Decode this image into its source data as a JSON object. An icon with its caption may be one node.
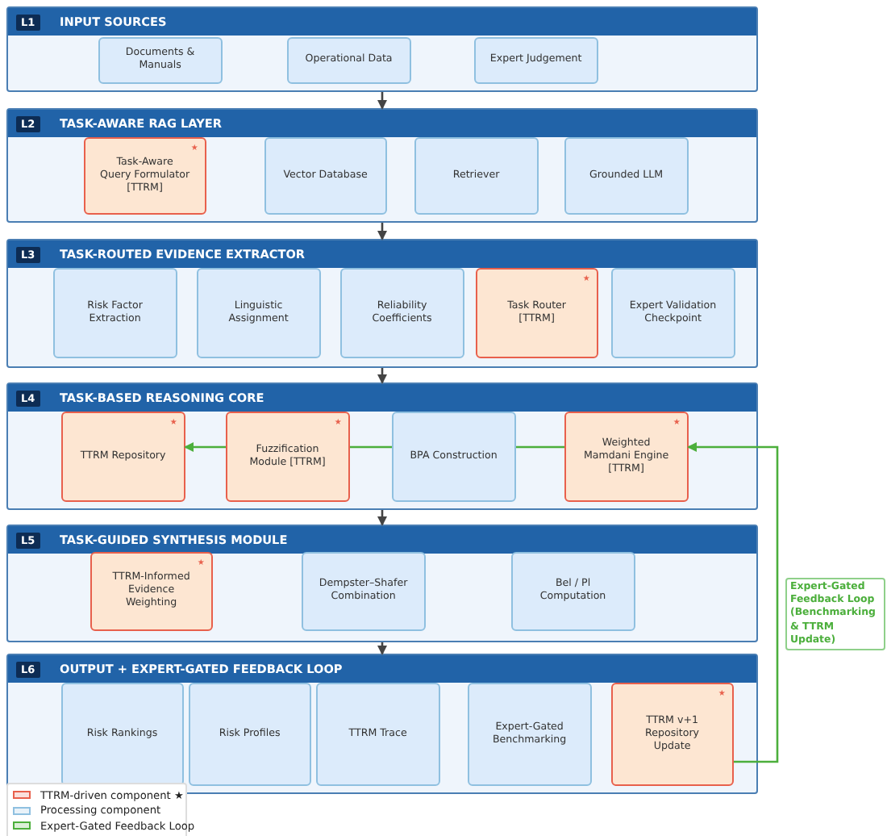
{
  "diagram": {
    "nodes": [
      {
        "text": [
          "L1",
          "INPUT SOURCES"
        ]
      },
      {
        "text": [
          "Documents & Manuals"
        ],
        "in": 0
      },
      {
        "text": [
          "Operational Data"
        ],
        "in": 0
      },
      {
        "text": [
          "Expert Judgement"
        ],
        "in": 0
      },
      {
        "text": [
          "L2",
          "TASK-AWARE RAG LAYER"
        ]
      },
      {
        "text": [
          "★",
          "Task-Aware Query Formulator [TTRM]"
        ],
        "in": 4
      },
      {
        "text": [
          "Vector Database"
        ],
        "in": 4
      },
      {
        "text": [
          "Retriever"
        ],
        "in": 4
      },
      {
        "text": [
          "Grounded LLM"
        ],
        "in": 4
      },
      {
        "text": [
          "L3",
          "TASK-ROUTED EVIDENCE EXTRACTOR"
        ]
      },
      {
        "text": [
          "Risk Factor Extraction"
        ],
        "in": 9
      },
      {
        "text": [
          "Linguistic Assignment"
        ],
        "in": 9
      },
      {
        "text": [
          "Reliability Coefficients"
        ],
        "in": 9
      },
      {
        "text": [
          "★",
          "Task Router [TTRM]"
        ],
        "in": 9
      },
      {
        "text": [
          "Expert Validation Checkpoint"
        ],
        "in": 9
      },
      {
        "text": [
          "L4",
          "TASK-BASED REASONING CORE"
        ]
      },
      {
        "text": [
          "★",
          "TTRM Repository"
        ],
        "in": 15
      },
      {
        "text": [
          "★",
          "Fuzzification Module [TTRM]"
        ],
        "in": 15
      },
      {
        "text": [
          "BPA Construction"
        ],
        "in": 15
      },
      {
        "text": [
          "★",
          "Weighted Mamdani Engine [TTRM]"
        ],
        "in": 15
      },
      {
        "text": [
          "L5",
          "TASK-GUIDED SYNTHESIS MODULE"
        ]
      },
      {
        "text": [
          "★",
          "TTRM-Informed Evidence Weighting"
        ],
        "in": 20
      },
      {
        "text": [
          "Dempster–Shafer Combination"
        ],
        "in": 20
      },
      {
        "text": [
          "Bel / Pl Computation"
        ],
        "in": 20
      },
      {
        "text": [
          "L6",
          "OUTPUT + EXPERT-GATED FEEDBACK LOOP"
        ]
      },
      {
        "text": [
          "Risk Rankings"
        ],
        "in": 24
      },
      {
        "text": [
          "Risk Profiles"
        ],
        "in": 24
      },
      {
        "text": [
          "TTRM Trace"
        ],
        "in": 24
      },
      {
        "text": [
          "Expert-Gated Benchmarking"
        ],
        "in": 24
      },
      {
        "text": [
          "★",
          "TTRM v+1 Repository Update"
        ],
        "in": 24
      }
    ],
    "edges": [
      {
        "from": 0,
        "to": 4,
        "arrow": "to"
      },
      {
        "from": 4,
        "to": 9,
        "arrow": "to"
      },
      {
        "from": 9,
        "to": 15,
        "arrow": "to"
      },
      {
        "from": 15,
        "to": 20,
        "arrow": "to"
      },
      {
        "from": 20,
        "to": 24,
        "arrow": "to"
      },
      {
        "from": 29,
        "to": 19,
        "arrow": "to",
        "color": "#4caf3c",
        "label": "Expert-Gated Feedback Loop (Benchmarking & TTRM Update)"
      },
      {
        "from": 19,
        "to": 18,
        "arrow": "none",
        "color": "#4caf3c"
      },
      {
        "from": 18,
        "to": 17,
        "arrow": "none",
        "color": "#4caf3c"
      },
      {
        "from": 17,
        "to": 16,
        "arrow": "to",
        "color": "#4caf3c"
      }
    ],
    "legend": [
      {
        "text": "TTRM-driven component ★",
        "color": "#e8604c"
      },
      {
        "text": "Processing component",
        "color": "#8fc0e0"
      },
      {
        "text": "Expert-Gated Feedback Loop",
        "color": "#4caf3c"
      }
    ]
  }
}
